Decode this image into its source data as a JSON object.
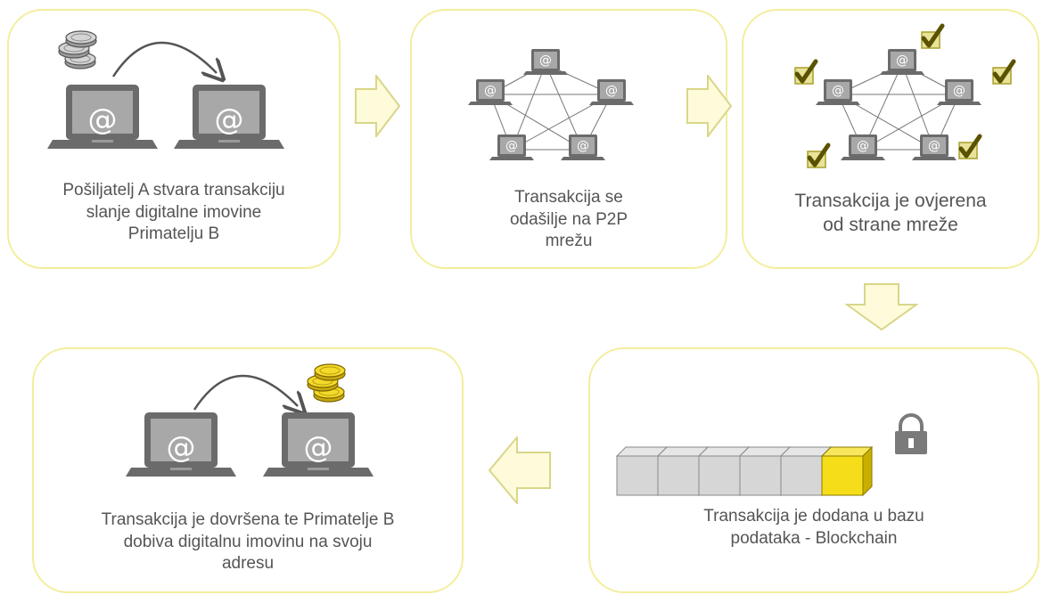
{
  "steps": [
    {
      "id": "create",
      "caption_lines": [
        "Pošiljatelj A stvara transakciju",
        "slanje digitalne imovine",
        "Primatelju B"
      ]
    },
    {
      "id": "broadcast",
      "caption_lines": [
        "Transakcija se",
        "odašilje na P2P",
        "mrežu"
      ]
    },
    {
      "id": "validate",
      "caption_lines": [
        "Transakcija je ovjerena",
        "od strane mreže"
      ]
    },
    {
      "id": "block",
      "caption_lines": [
        "Transakcija je dodana u bazu",
        "podataka - Blockchain"
      ]
    },
    {
      "id": "complete",
      "caption_lines": [
        "Transakcija je dovršena te Primatelje B",
        "dobiva digitalnu imovinu na svoju",
        "adresu"
      ]
    }
  ],
  "icons": {
    "screen_symbol": "@",
    "laptop": "laptop-icon",
    "coins": "coins-icon",
    "checkmark": "checkmark-icon",
    "padlock": "padlock-icon",
    "block": "block-icon",
    "arrow": "flow-arrow-icon"
  },
  "colors": {
    "card_border": "#f3ee9c",
    "arrow_fill": "#fdfbd9",
    "arrow_stroke": "#d9d68a",
    "laptop_dark": "#6b6b6b",
    "screen": "#a8a8a8",
    "block_grey": "#d6d6d6",
    "block_yellow": "#f5dd1a",
    "check_box": "#e9e39a",
    "check_mark": "#5a5200",
    "coin_silver": "#d4d4d4",
    "coin_gold": "#f4da2a"
  },
  "blockchain": {
    "grey_blocks": 5,
    "yellow_blocks": 1
  }
}
